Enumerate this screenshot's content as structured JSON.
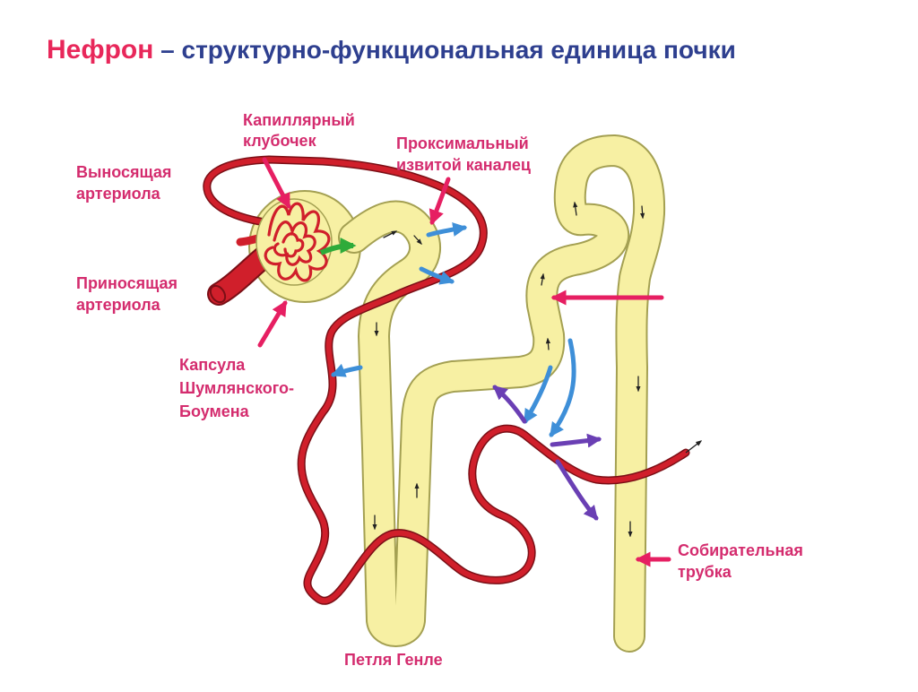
{
  "title": {
    "main": "Нефрон",
    "rest": " – структурно-функциональная единица почки"
  },
  "labels": {
    "capillary_glomerulus": [
      "Капиллярный",
      "клубочек"
    ],
    "proximal_tubule": [
      "Проксимальный",
      "извитой каналец"
    ],
    "efferent_arteriole": [
      "Выносящая",
      "артериола"
    ],
    "afferent_arteriole": [
      "Приносящая",
      "артериола"
    ],
    "bowman_capsule": [
      "Капсула",
      "Шумлянского-",
      "Боумена"
    ],
    "collecting_duct": [
      "Собирательная",
      "трубка"
    ],
    "loop_of_henle": "Петля Генле"
  },
  "colors": {
    "title_main": "#e8275a",
    "title_rest": "#2e3f8f",
    "label": "#d42c6e",
    "tubule_fill": "#f7f0a3",
    "tubule_edge": "#a4a052",
    "vessel": "#d01f2b",
    "vessel_edge": "#7a0f16",
    "blue_arrow": "#3e8fd8",
    "purple_arrow": "#6a3fb4",
    "green_arrow": "#2eab3a",
    "pointer": "#e61f62"
  }
}
